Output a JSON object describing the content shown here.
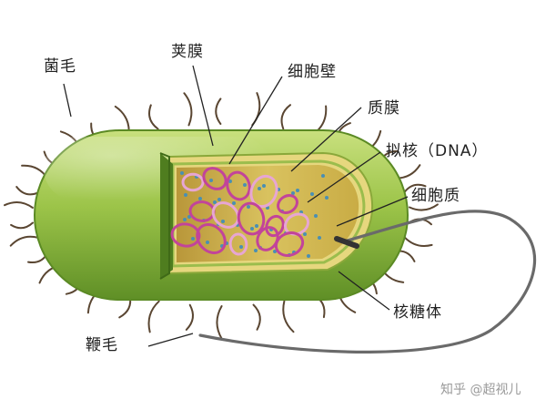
{
  "labels": {
    "pili": "菌毛",
    "capsule": "荚膜",
    "cell_wall": "细胞壁",
    "plasma_membrane": "质膜",
    "nucleoid": "拟核（DNA）",
    "cytoplasm": "细胞质",
    "ribosome": "核糖体",
    "flagellum": "鞭毛"
  },
  "watermark": "知乎 @超视儿",
  "colors": {
    "capsule": "#8dbb3c",
    "cell_wall": "#e3d37a",
    "cytoplasm": "#cdb248",
    "dna": "#c2449a",
    "ribosome": "#4a8fb3",
    "hair": "#5a4632",
    "flagellum": "#555555"
  }
}
